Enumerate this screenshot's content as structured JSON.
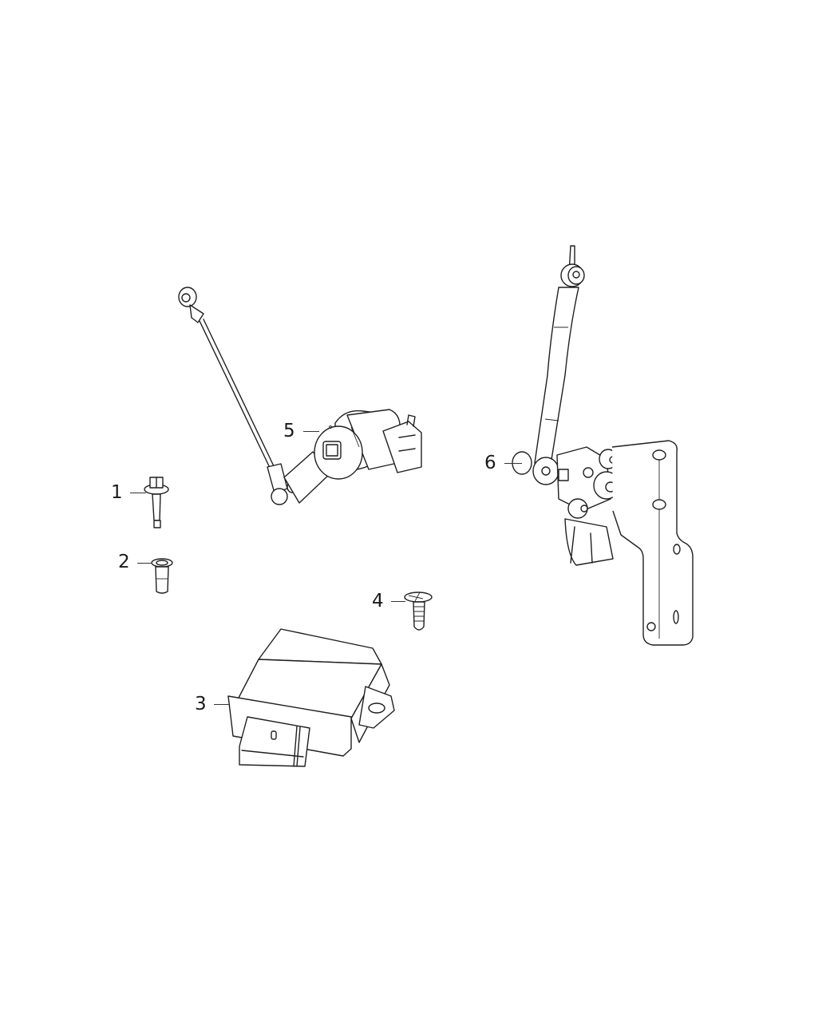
{
  "diagram": {
    "type": "exploded-parts-diagram",
    "callouts": [
      {
        "id": "1",
        "label": "1",
        "part": "bolt-with-washer"
      },
      {
        "id": "2",
        "label": "2",
        "part": "rivet-nut"
      },
      {
        "id": "3",
        "label": "3",
        "part": "control-module"
      },
      {
        "id": "4",
        "label": "4",
        "part": "push-pin-fastener"
      },
      {
        "id": "5",
        "label": "5",
        "part": "height-sensor-with-link-rod"
      },
      {
        "id": "6",
        "label": "6",
        "part": "height-sensor-with-bracket"
      }
    ],
    "colors": {
      "line": "#1f1f1f",
      "background": "#ffffff"
    }
  }
}
